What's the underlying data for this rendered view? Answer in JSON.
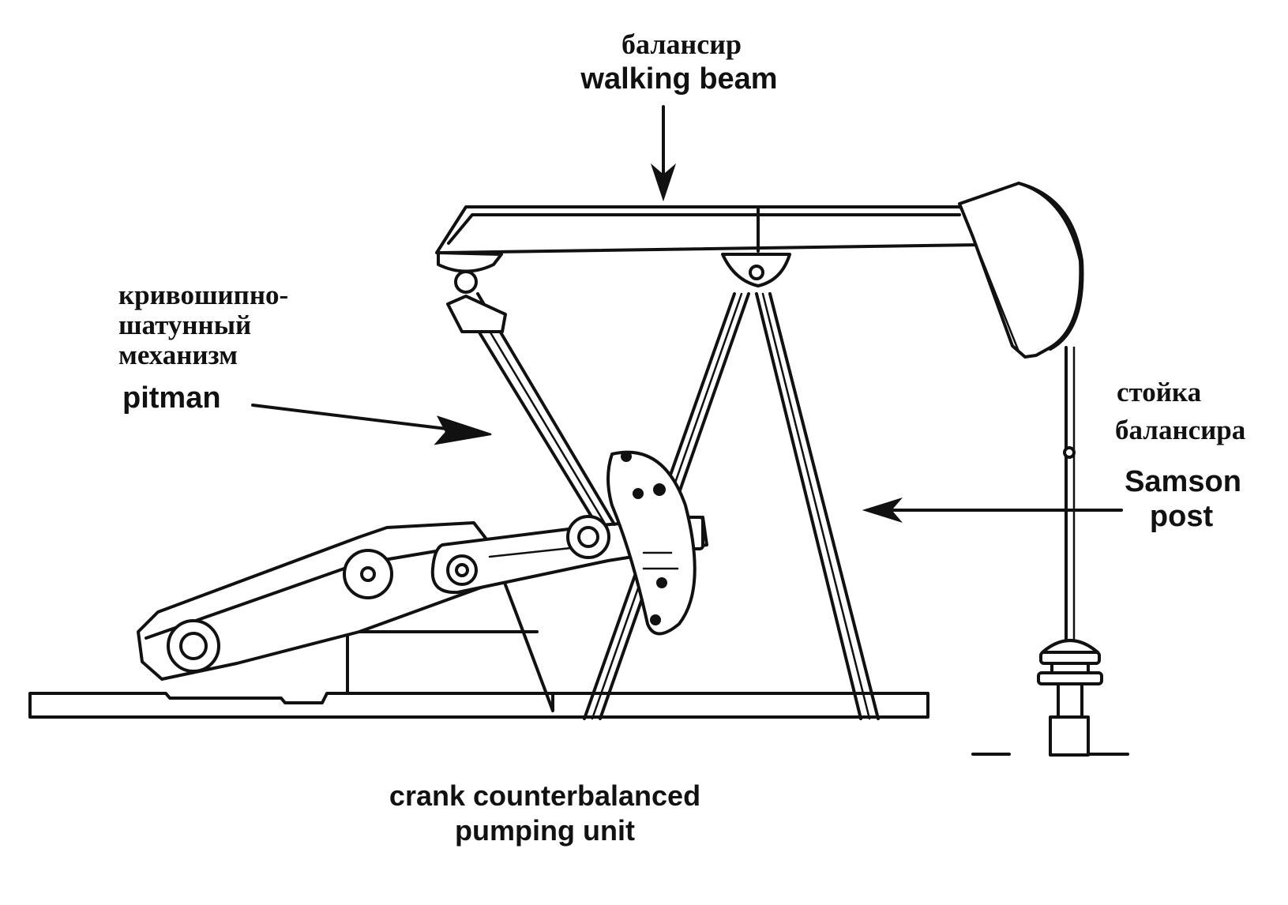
{
  "labels": {
    "walking_beam_ru": "балансир",
    "walking_beam_en": "walking beam",
    "pitman_ru_line1": "кривошипно-",
    "pitman_ru_line2": "шатунный",
    "pitman_ru_line3": "механизм",
    "pitman_en": "pitman",
    "samson_ru_line1": "стойка",
    "samson_ru_line2": "балансира",
    "samson_en_line1": "Samson",
    "samson_en_line2": "post",
    "caption_line1": "crank counterbalanced",
    "caption_line2": "pumping unit"
  },
  "colors": {
    "ink": "#111111",
    "paper": "#ffffff"
  }
}
